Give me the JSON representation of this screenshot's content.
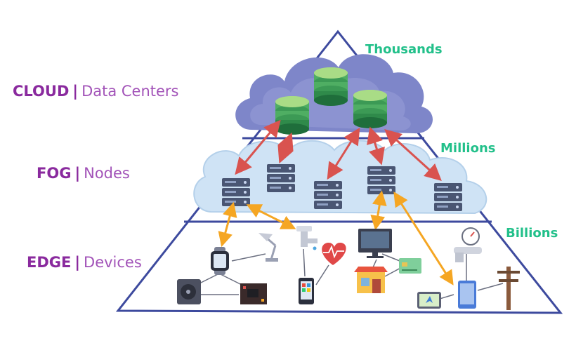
{
  "layers": [
    {
      "id": "cloud",
      "tier": "CLOUD",
      "separator": "|",
      "description": "Data Centers",
      "count": "Thousands"
    },
    {
      "id": "fog",
      "tier": "FOG",
      "separator": "|",
      "description": "Nodes",
      "count": "Millions"
    },
    {
      "id": "edge",
      "tier": "EDGE",
      "separator": "|",
      "description": "Devices",
      "count": "Billions"
    }
  ],
  "colors": {
    "triangle": "#3d4a9e",
    "cloud_fill": "#7e86c9",
    "fog_fill": "#cfe3f5",
    "cloud_link_arrow": "#d9534f",
    "device_link_arrow": "#f5a623",
    "tier_label": "#8a2a9e",
    "count_label": "#22c08a"
  },
  "icons": [
    "database-icon",
    "server-icon",
    "smartwatch-icon",
    "desk-lamp-icon",
    "faucet-icon",
    "heart-rate-icon",
    "monitor-icon",
    "gauge-meter-icon",
    "smartphone-icon",
    "tablet-icon",
    "storefront-icon",
    "credit-card-icon",
    "gps-navigator-icon",
    "power-pole-icon",
    "hard-drive-icon",
    "circuit-board-icon"
  ]
}
